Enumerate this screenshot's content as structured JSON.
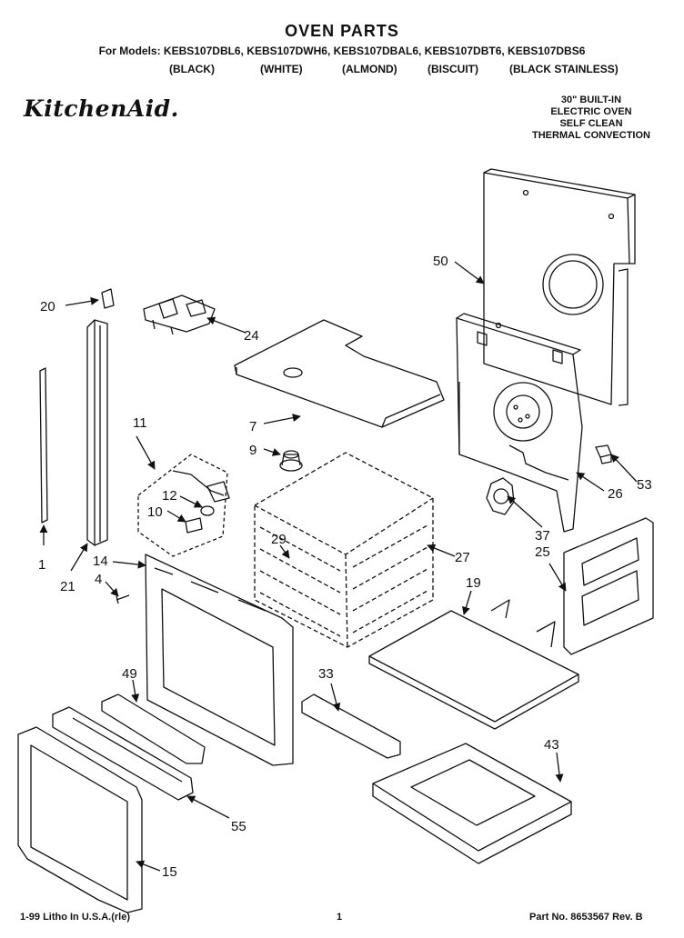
{
  "header": {
    "title": "OVEN PARTS",
    "models_line": "For Models: KEBS107DBL6, KEBS107DWH6, KEBS107DBAL6, KEBS107DBT6, KEBS107DBS6",
    "variants": [
      "(BLACK)",
      "(WHITE)",
      "(ALMOND)",
      "(BISCUIT)",
      "(BLACK STAINLESS)"
    ]
  },
  "brand": "KitchenAid.",
  "description": [
    "30\" BUILT-IN",
    "ELECTRIC OVEN",
    "SELF CLEAN",
    "THERMAL CONVECTION"
  ],
  "callouts": [
    "20",
    "24",
    "50",
    "1",
    "21",
    "11",
    "12",
    "10",
    "14",
    "4",
    "7",
    "9",
    "29",
    "27",
    "26",
    "53",
    "37",
    "25",
    "19",
    "49",
    "33",
    "55",
    "15",
    "43"
  ],
  "footer": {
    "left": "1-99 Litho In U.S.A.(rle)",
    "center": "1",
    "right": "Part No. 8653567 Rev. B"
  }
}
